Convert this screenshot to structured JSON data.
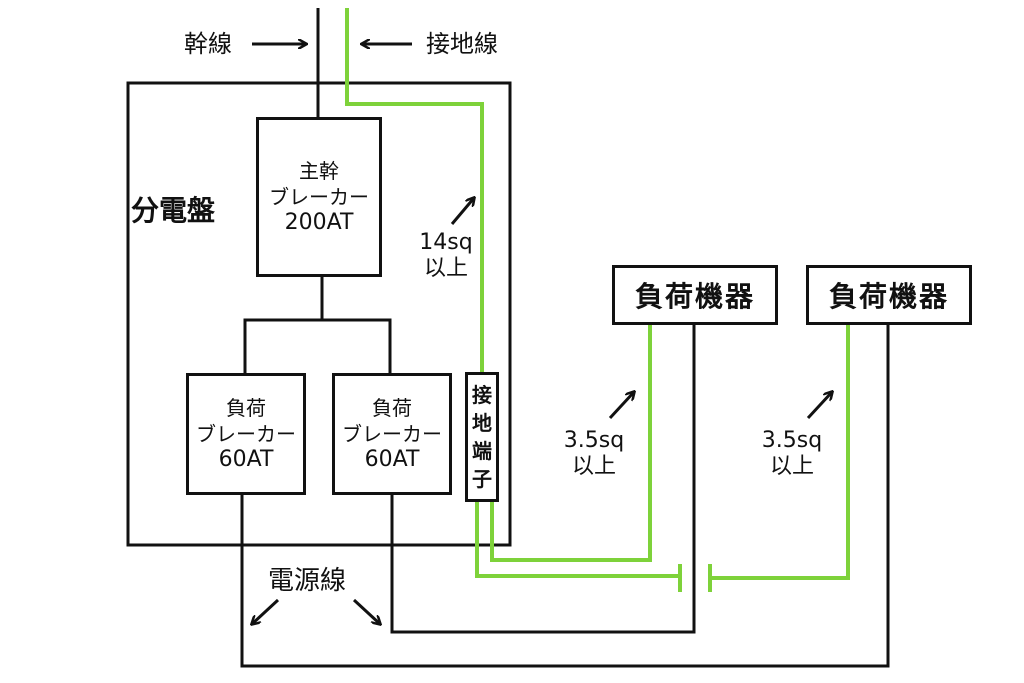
{
  "labels": {
    "main_line": "幹線",
    "ground_line": "接地線",
    "panel": "分電盤",
    "power_line": "電源線"
  },
  "main_breaker": {
    "line1": "主幹",
    "line2": "ブレーカー",
    "rating": "200AT"
  },
  "load_breakers": [
    {
      "line1": "負荷",
      "line2": "ブレーカー",
      "rating": "60AT"
    },
    {
      "line1": "負荷",
      "line2": "ブレーカー",
      "rating": "60AT"
    }
  ],
  "ground_terminal": {
    "chars": [
      "接",
      "地",
      "端",
      "子"
    ]
  },
  "devices": [
    {
      "label": "負荷機器"
    },
    {
      "label": "負荷機器"
    }
  ],
  "specs": {
    "ground_main": {
      "size": "14sq",
      "note": "以上"
    },
    "device1": {
      "size": "3.5sq",
      "note": "以上"
    },
    "device2": {
      "size": "3.5sq",
      "note": "以上"
    }
  },
  "colors": {
    "wire": "#111111",
    "ground": "#7ed23a"
  }
}
